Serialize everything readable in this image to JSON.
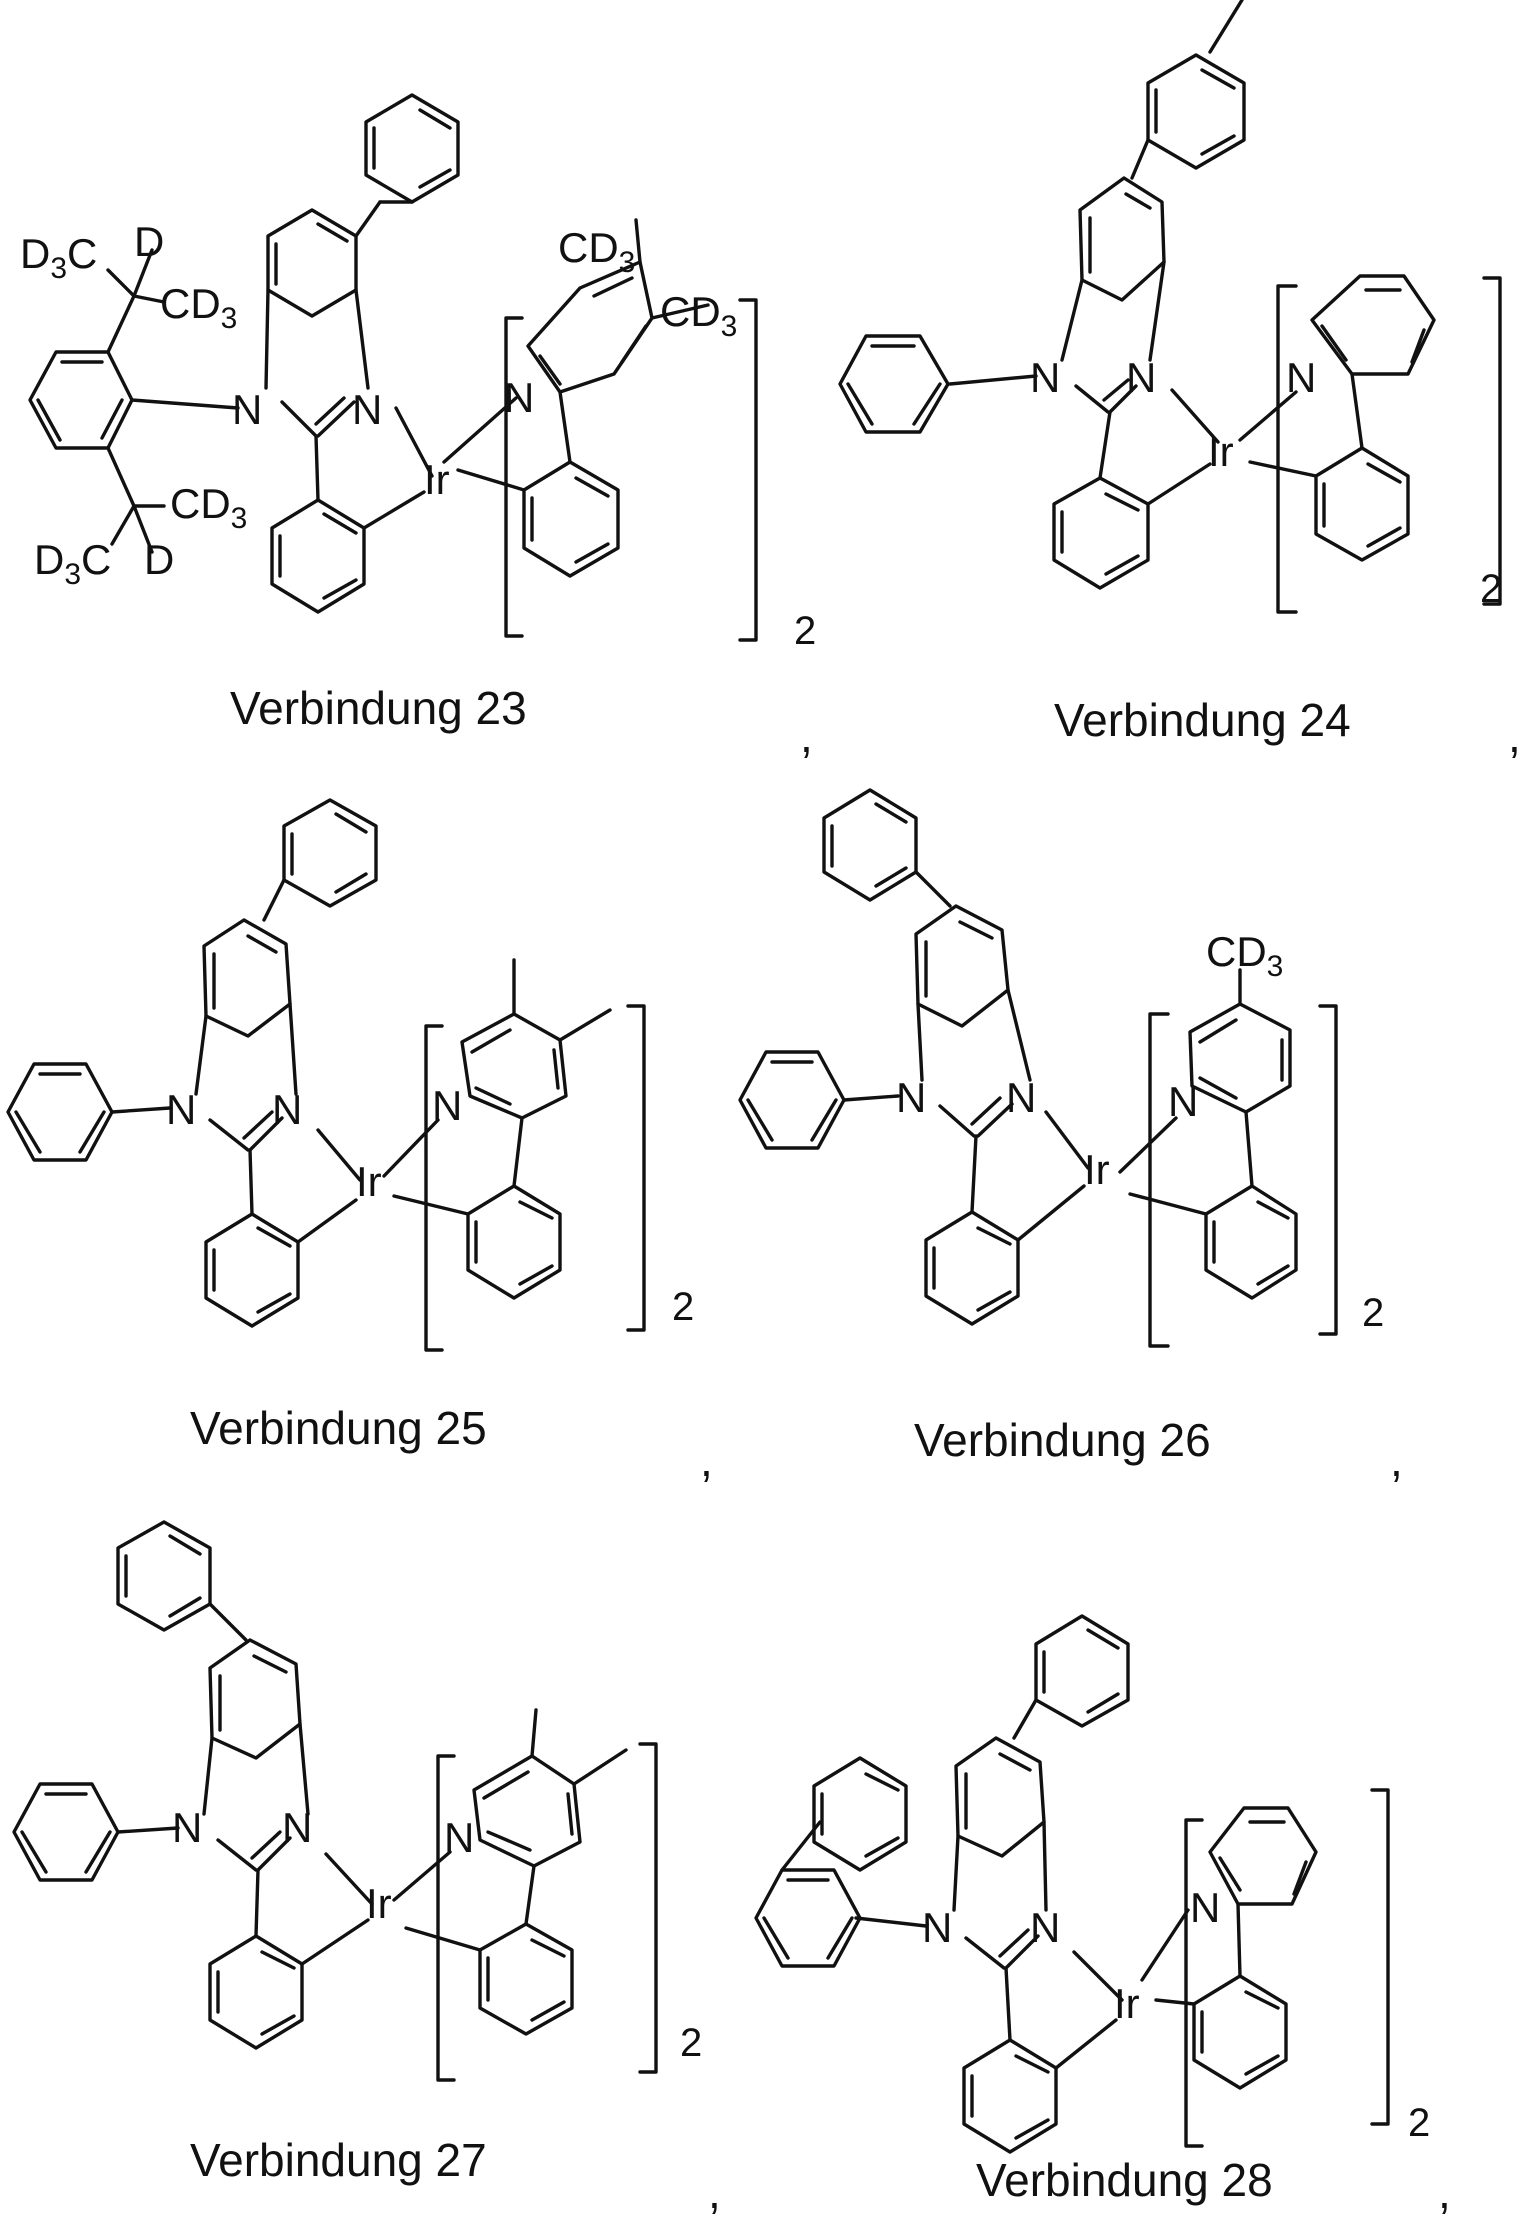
{
  "compounds": [
    {
      "label": "Verbindung 23",
      "bracket_index": "2",
      "ir": "Ir",
      "n_left": "N",
      "n_right": "N",
      "n_pyr": "N",
      "groups": {
        "cd3_a": "CD",
        "cd3_a_sub": "3",
        "cd3_b": "CD",
        "cd3_b_sub": "3",
        "d3c_top": "D",
        "d3c_top_sub": "3",
        "d3c_top_c": "C",
        "d_top": "D",
        "cd3_top": "CD",
        "cd3_top_sub": "3",
        "cd3_bot": "CD",
        "cd3_bot_sub": "3",
        "d3c_bot": "D",
        "d3c_bot_sub": "3",
        "d3c_bot_c": "C",
        "d_bot": "D"
      }
    },
    {
      "label": "Verbindung 24",
      "bracket_index": "2",
      "ir": "Ir",
      "n_left": "N",
      "n_right": "N",
      "n_pyr": "N"
    },
    {
      "label": "Verbindung 25",
      "bracket_index": "2",
      "ir": "Ir",
      "n_left": "N",
      "n_right": "N",
      "n_pyr": "N"
    },
    {
      "label": "Verbindung 26",
      "bracket_index": "2",
      "ir": "Ir",
      "n_left": "N",
      "n_right": "N",
      "n_pyr": "N",
      "groups": {
        "cd3": "CD",
        "cd3_sub": "3"
      }
    },
    {
      "label": "Verbindung 27",
      "bracket_index": "2",
      "ir": "Ir",
      "n_left": "N",
      "n_right": "N",
      "n_pyr": "N"
    },
    {
      "label": "Verbindung 28",
      "bracket_index": "2",
      "ir": "Ir",
      "n_left": "N",
      "n_right": "N",
      "n_pyr": "N"
    }
  ],
  "separator": ","
}
